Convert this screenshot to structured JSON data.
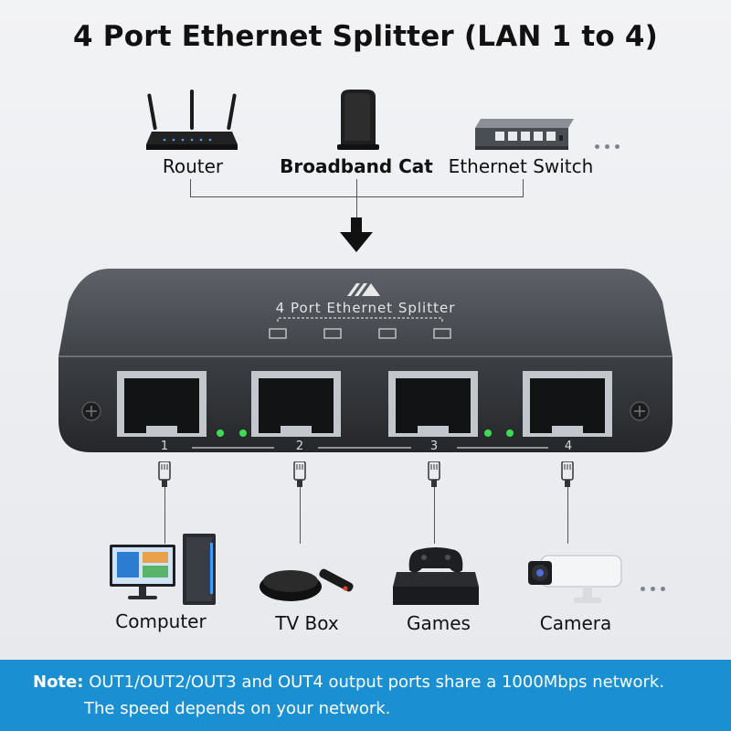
{
  "title": "4 Port Ethernet Splitter (LAN 1 to 4)",
  "inputs": [
    "Router",
    "Broadband Cat",
    "Ethernet Switch"
  ],
  "device": {
    "label": "4 Port Ethernet Splitter",
    "ports": [
      "1",
      "2",
      "3",
      "4"
    ]
  },
  "outputs": [
    "Computer",
    "TV Box",
    "Games",
    "Camera"
  ],
  "note": {
    "prefix": "Note:",
    "line1": "OUT1/OUT2/OUT3 and OUT4 output ports share a 1000Mbps network.",
    "line2": "The speed depends on your network."
  },
  "colors": {
    "note_bg": "#1a8fd1",
    "led": "#3ddc54",
    "device": "#45484d"
  }
}
